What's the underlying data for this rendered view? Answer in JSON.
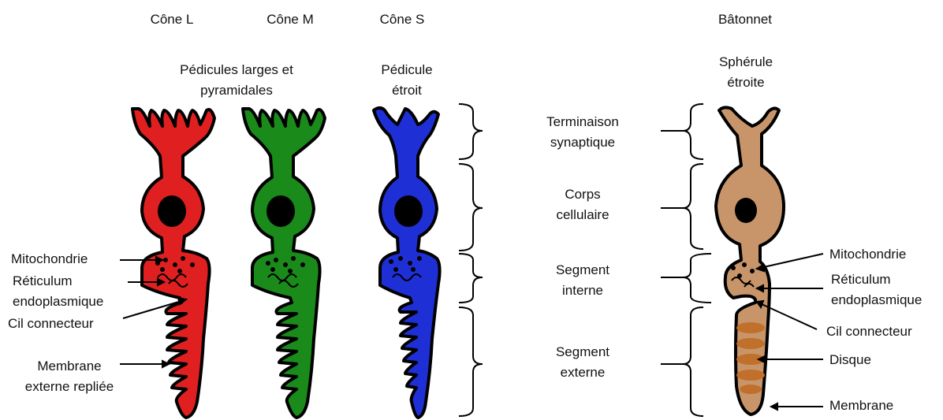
{
  "cells": {
    "cone_l": "Cône L",
    "cone_m": "Cône M",
    "cone_s": "Cône S",
    "rod": "Bâtonnet"
  },
  "pedicle_notes": {
    "wide_line1": "Pédicules larges et",
    "wide_line2": "pyramidales",
    "narrow_line1": "Pédicule",
    "narrow_line2": "étroit",
    "spherule_line1": "Sphérule",
    "spherule_line2": "étroite"
  },
  "regions": {
    "synaptic_line1": "Terminaison",
    "synaptic_line2": "synaptique",
    "body_line1": "Corps",
    "body_line2": "cellulaire",
    "inner_line1": "Segment",
    "inner_line2": "interne",
    "outer_line1": "Segment",
    "outer_line2": "externe"
  },
  "cone_labels": {
    "mitochondria": "Mitochondrie",
    "reticulum_line1": "Réticulum",
    "reticulum_line2": "endoplasmique",
    "cilium": "Cil connecteur",
    "membrane_line1": "Membrane",
    "membrane_line2": "externe repliée"
  },
  "rod_labels": {
    "mitochondria": "Mitochondrie",
    "reticulum_line1": "Réticulum",
    "reticulum_line2": "endoplasmique",
    "cilium": "Cil connecteur",
    "disk": "Disque",
    "membrane": "Membrane"
  },
  "colors": {
    "cone_l": "#e02020",
    "cone_m": "#1a8a1a",
    "cone_s": "#1f2fd6",
    "rod": "#c8956a",
    "rod_disk": "#c0702a",
    "outline": "#000000"
  }
}
